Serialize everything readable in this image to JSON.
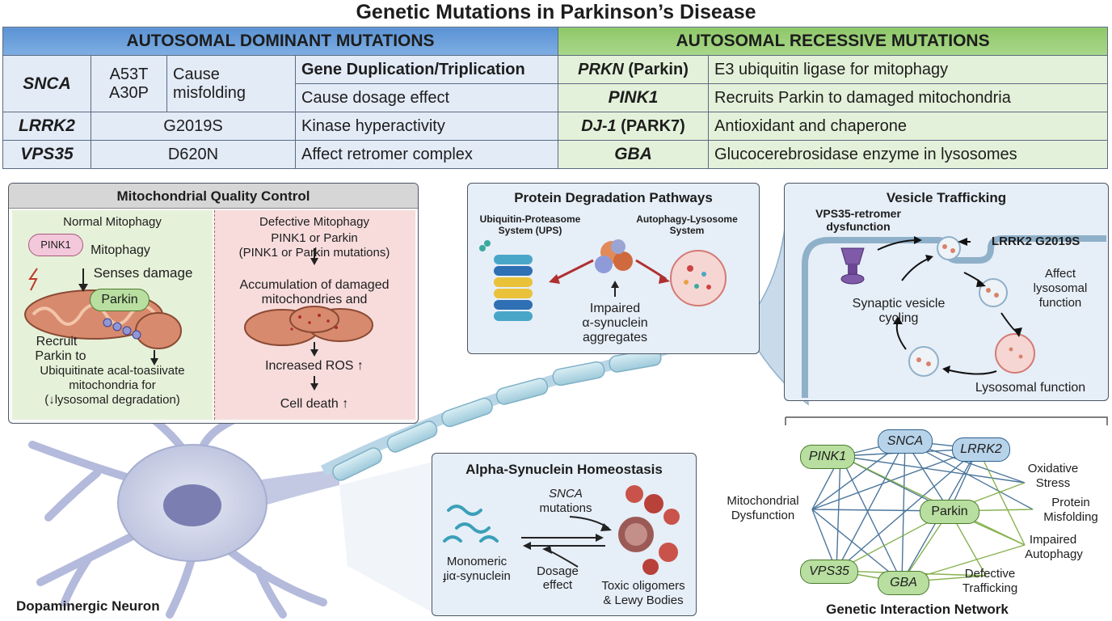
{
  "title": "Genetic Mutations in Parkinson’s Disease",
  "table": {
    "dominant_header": "AUTOSOMAL DOMINANT MUTATIONS",
    "recessive_header": "AUTOSOMAL RECESSIVE MUTATIONS",
    "snca": {
      "gene": "SNCA",
      "variant1": "A53T",
      "variant2": "A30P",
      "effect1": "Cause",
      "effect2": "misfolding",
      "dup_label": "Gene Duplication/Triplication",
      "dup_effect": "Cause dosage effect"
    },
    "lrrk2": {
      "gene": "LRRK2",
      "variant": "G2019S",
      "effect": "Kinase hyperactivity"
    },
    "vps35": {
      "gene": "VPS35",
      "variant": "D620N",
      "effect": "Affect retromer complex"
    },
    "prkn": {
      "gene": "PRKN",
      "extra": " (Parkin)",
      "function": "E3 ubiquitin ligase for mitophagy"
    },
    "pink1": {
      "gene": "PINK1",
      "function": "Recruits Parkin to damaged mitochondria"
    },
    "dj1": {
      "gene": "DJ-1",
      "extra": " (PARK7)",
      "function": "Antioxidant and chaperone"
    },
    "gba": {
      "gene": "GBA",
      "function": "Glucocerebrosidase enzyme in lysosomes"
    }
  },
  "mito": {
    "title": "Mitochondrial Quality Control",
    "normal_title": "Normal Mitophagy",
    "pink1": "PINK1",
    "mitophagy": "Mitophagy",
    "senses": "Senses damage",
    "parkin": "Parkin",
    "recruit1": "Recruit",
    "recruit2": "Parkin to",
    "recruit3": "Ubiquitinate acal-toasiivate",
    "recruit4": "mitochondria for",
    "recruit5": "(↓lysosomal degradation)",
    "defective_title": "Defective Mitophagy",
    "def1": "PINK1 or Parkin",
    "def2": "(PINK1 or Parkin mutations)",
    "def3": "Accumulation of damaged",
    "def4": "mitochondries and",
    "ros": "Increased ROS",
    "death": "Cell death"
  },
  "protein": {
    "title": "Protein Degradation Pathways",
    "ups1": "Ubiquitin-Proteasome",
    "ups2": "System (UPS)",
    "als1": "Autophagy-Lysosome",
    "als2": "System",
    "imp1": "Impaired",
    "imp2": "α-synuclein",
    "imp3": "aggregates"
  },
  "vesicle": {
    "title": "Vesicle Trafficking",
    "vps1": "VPS35-retromer",
    "vps2": "dysfunction",
    "lrrk2": "LRRK2 G2019S",
    "aff1": "Affect",
    "aff2": "lysosomal",
    "aff3": "function",
    "syn1": "Synaptic vesicle",
    "syn2": "cycling",
    "lyso": "Lysosomal function"
  },
  "alpha": {
    "title": "Alpha-Synuclein Homeostasis",
    "snca": "SNCA",
    "mut": "mutations",
    "mono1": "Monomeric",
    "mono2": "ɟiα-synuclein",
    "dose1": "Dosage",
    "dose2": "effect",
    "tox1": "Toxic oligomers",
    "tox2": "& Lewy Bodies"
  },
  "neuron_label": "Dopaminergic Neuron",
  "network": {
    "title": "Genetic Interaction Network",
    "nodes": {
      "pink1": "PINK1",
      "snca": "SNCA",
      "lrrk2": "LRRK2",
      "parkin": "Parkin",
      "vps35": "VPS35",
      "gba": "GBA"
    },
    "mito1": "Mitochondrial",
    "mito2": "Dysfunction",
    "ox1": "Oxidative",
    "ox2": "Stress",
    "pm1": "Protein",
    "pm2": "Misfolding",
    "ia1": "Impaired",
    "ia2": "Autophagy",
    "dt1": "Defective",
    "dt2": "Trafficking"
  },
  "colors": {
    "dominant": "#6a9fdc",
    "recessive": "#9ccf78",
    "mito_normal_bg": "#e6f1d9",
    "mito_defect_bg": "#f8dcdc",
    "panel_bg": "#e6eef7",
    "neuron": "#c9cfe6",
    "axon": "#b8dbe8",
    "network_green": "#7aaa3c",
    "network_blue": "#2e5f8a"
  }
}
